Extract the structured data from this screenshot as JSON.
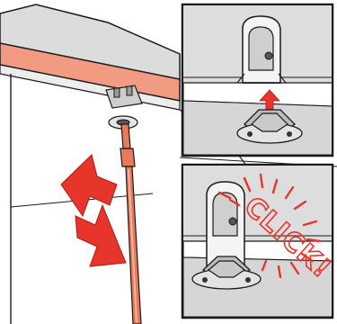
{
  "diagram": {
    "scene": "installation-illustration",
    "steps": [
      {
        "panel": "detail-top",
        "action": "push-up"
      },
      {
        "panel": "detail-bottom",
        "action": "snap-in"
      }
    ],
    "sound_label": "CLICK!"
  },
  "colors": {
    "accent_red": "#e8352b",
    "tool_orange": "#e8795a",
    "trim_salmon": "#f19b82",
    "surface_gray": "#d9d9d9",
    "line": "#1a1a1a"
  },
  "icons": [
    "up-down-arrows-icon",
    "up-arrow-icon",
    "click-burst-icon"
  ]
}
